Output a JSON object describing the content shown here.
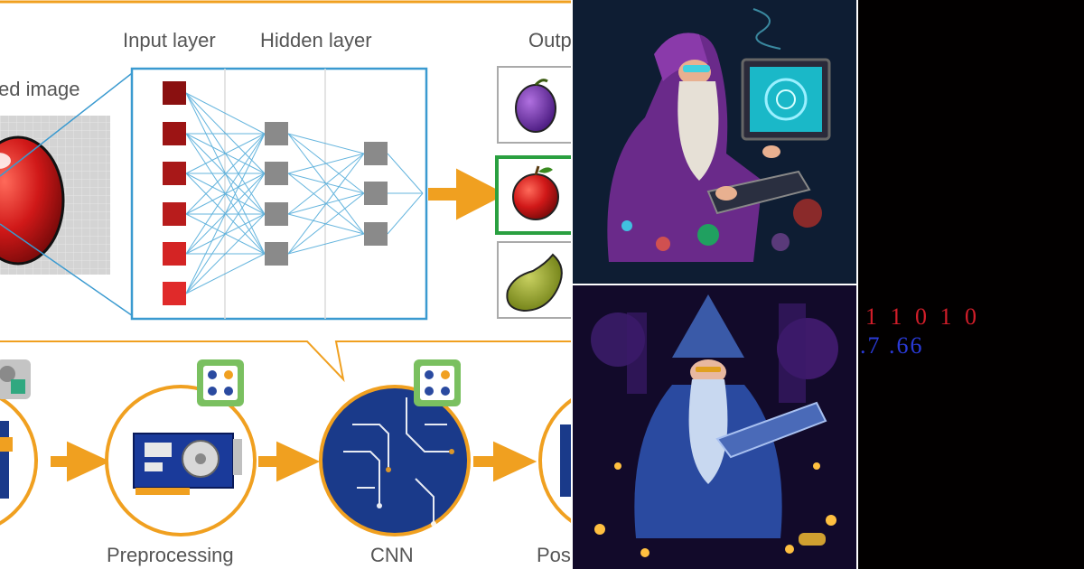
{
  "diagram": {
    "input_image_label": "ed image",
    "layer_labels": {
      "input": "Input layer",
      "hidden": "Hidden layer",
      "output": "Outp"
    },
    "pipeline_labels": {
      "preprocessing": "Preprocessing",
      "cnn": "CNN",
      "post": "Pos"
    },
    "colors": {
      "accent_orange": "#f0a020",
      "frame_blue": "#3a9ad0",
      "connection_blue": "#4aa8d8",
      "selected_green": "#2aa040",
      "node_red": "#b81c1c",
      "node_gray": "#8a8a8a"
    },
    "output_items": [
      "plum",
      "apple",
      "pear"
    ],
    "selected_output": "apple",
    "icons": [
      "network-badge-icon",
      "gpu-card-icon",
      "circuit-icon",
      "3d-shapes-icon"
    ]
  },
  "artworks": [
    {
      "subject": "wizard-at-desktop-computer",
      "palette": "purple-cyan"
    },
    {
      "subject": "wizard-with-laptop",
      "palette": "blue-violet"
    }
  ],
  "code_panel": {
    "line1": "1 1 0 1 0",
    "line2": ".7  .66",
    "colors": {
      "line1": "#d21e2a",
      "line2": "#2a3ad6",
      "background": "#020000"
    }
  }
}
